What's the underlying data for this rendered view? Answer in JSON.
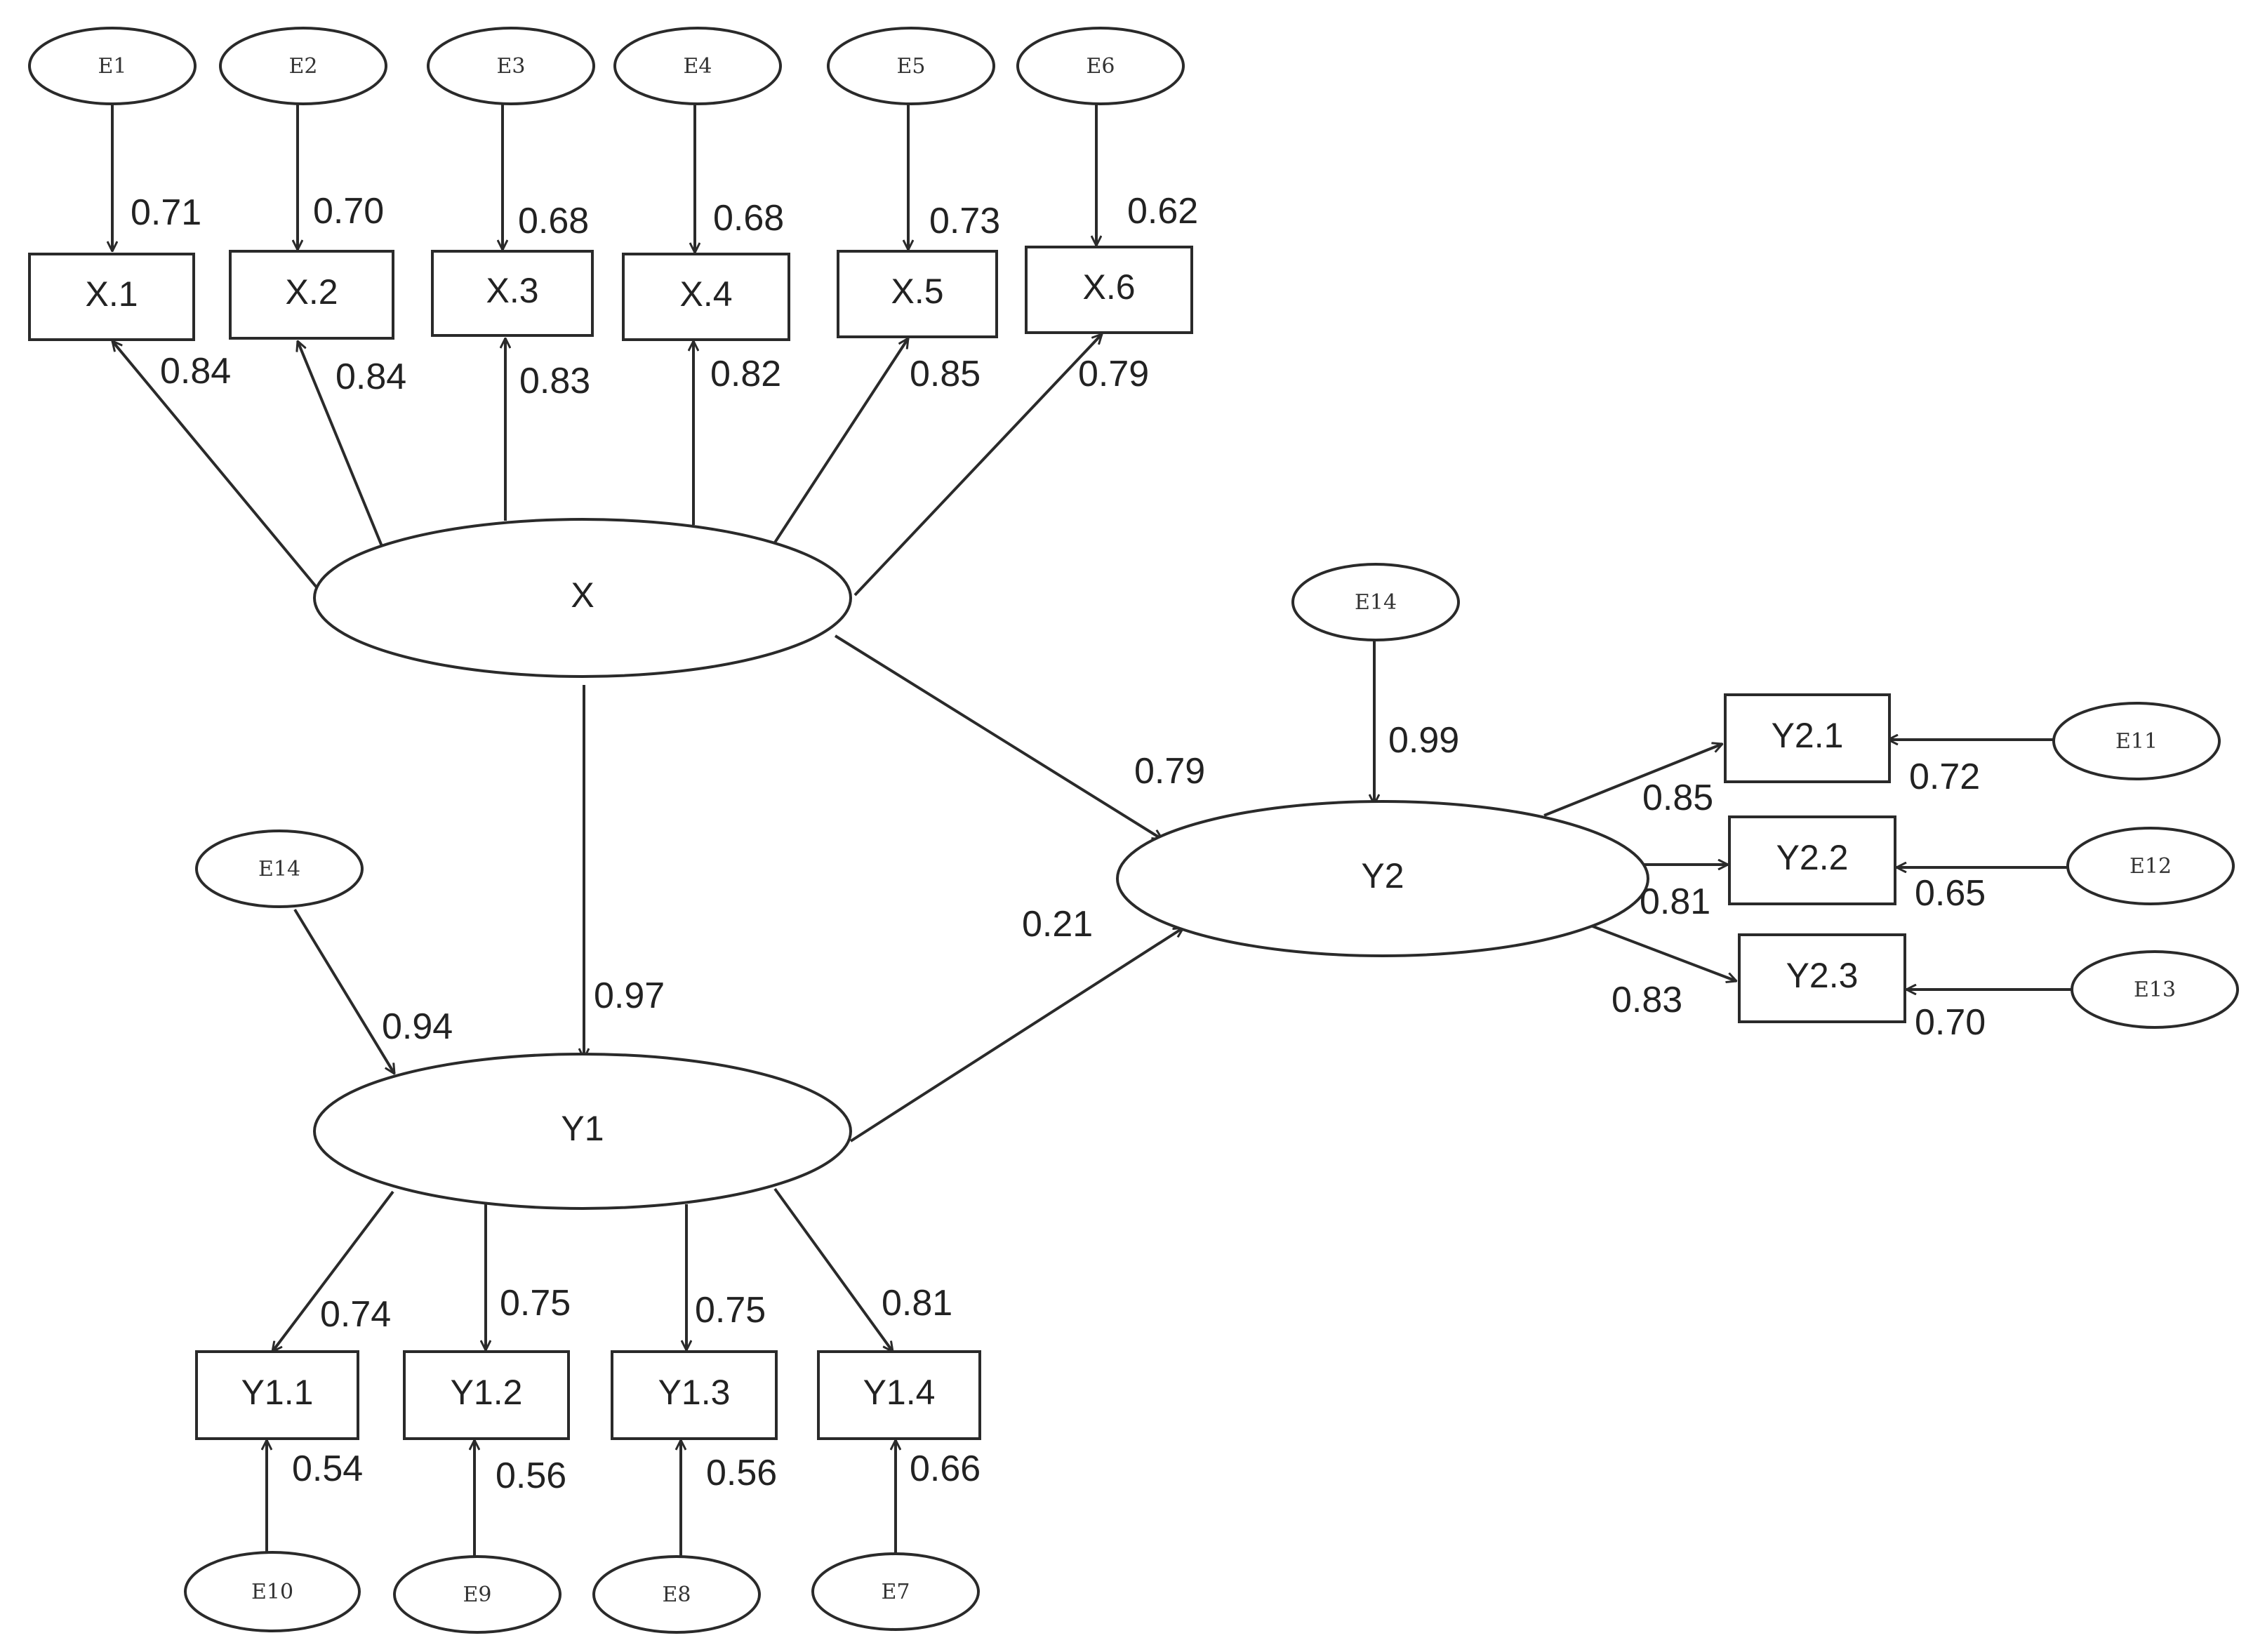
{
  "latent": {
    "x": "X",
    "y1": "Y1",
    "y2": "Y2"
  },
  "indicators": {
    "x1": "X.1",
    "x2": "X.2",
    "x3": "X.3",
    "x4": "X.4",
    "x5": "X.5",
    "x6": "X.6",
    "y1_1": "Y1.1",
    "y1_2": "Y1.2",
    "y1_3": "Y1.3",
    "y1_4": "Y1.4",
    "y2_1": "Y2.1",
    "y2_2": "Y2.2",
    "y2_3": "Y2.3"
  },
  "errors": {
    "e1": "E1",
    "e2": "E2",
    "e3": "E3",
    "e4": "E4",
    "e5": "E5",
    "e6": "E6",
    "e7": "E7",
    "e8": "E8",
    "e9": "E9",
    "e10": "E10",
    "e11": "E11",
    "e12": "E12",
    "e13": "E13",
    "e14_y1": "E14",
    "e14_y2": "E14"
  },
  "coefficients": {
    "e1_x1": "0.71",
    "e2_x2": "0.70",
    "e3_x3": "0.68",
    "e4_x4": "0.68",
    "e5_x5": "0.73",
    "e6_x6": "0.62",
    "x_x1": "0.84",
    "x_x2": "0.84",
    "x_x3": "0.83",
    "x_x4": "0.82",
    "x_x5": "0.85",
    "x_x6": "0.79",
    "x_y2": "0.79",
    "x_y1": "0.97",
    "y1_y2": "0.21",
    "e14_y2": "0.99",
    "e14_y1": "0.94",
    "y2_y21": "0.85",
    "y2_y22": "0.81",
    "y2_y23": "0.83",
    "e11_y21": "0.72",
    "e12_y22": "0.65",
    "e13_y23": "0.70",
    "y1_y11": "0.74",
    "y1_y12": "0.75",
    "y1_y13": "0.75",
    "y1_y14": "0.81",
    "e10_y11": "0.54",
    "e9_y12": "0.56",
    "e8_y13": "0.56",
    "e7_y14": "0.66"
  }
}
